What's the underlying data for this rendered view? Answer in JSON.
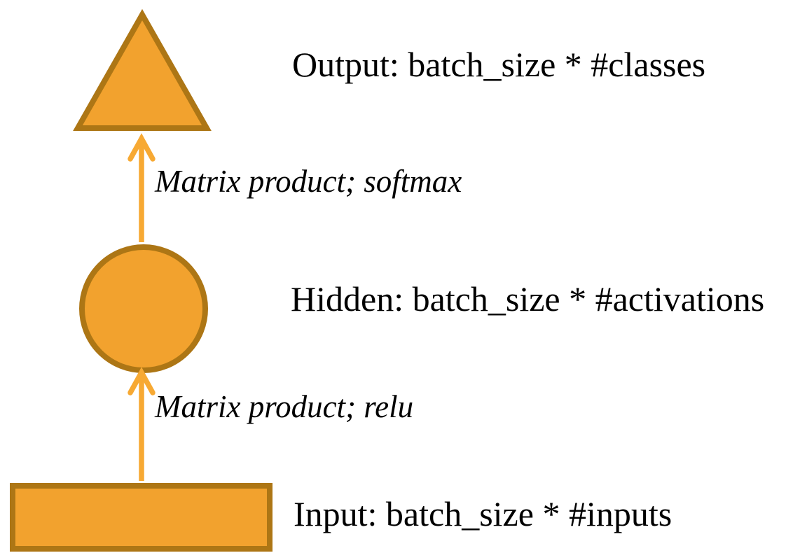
{
  "diagram": {
    "title": "neural-network-layer-flow",
    "background": "#ffffff",
    "colors": {
      "shape_fill": "#F2A22E",
      "shape_border": "#AD7615",
      "arrow": "#F7A933",
      "text": "#000000"
    },
    "nodes": [
      {
        "id": "output",
        "shape": "triangle",
        "label": "Output: batch_size * #classes"
      },
      {
        "id": "hidden",
        "shape": "circle",
        "label": "Hidden: batch_size * #activations"
      },
      {
        "id": "input",
        "shape": "rectangle",
        "label": "Input: batch_size * #inputs"
      }
    ],
    "edges": [
      {
        "from": "hidden",
        "to": "output",
        "label": "Matrix product; softmax"
      },
      {
        "from": "input",
        "to": "hidden",
        "label": "Matrix product; relu"
      }
    ]
  }
}
